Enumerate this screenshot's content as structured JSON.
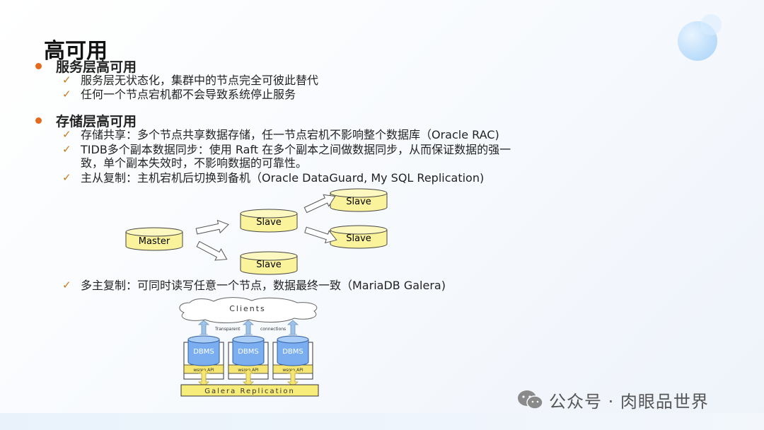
{
  "slide": {
    "title": "高可用",
    "sections": [
      {
        "heading": "服务层高可用",
        "items": [
          "服务层无状态化，集群中的节点完全可彼此替代",
          "任何一个节点宕机都不会导致系统停止服务"
        ]
      },
      {
        "heading": "存储层高可用",
        "items": [
          "存储共享：多个节点共享数据存储，任一节点宕机不影响整个数据库（Oracle RAC)",
          "TIDB多个副本数据同步：使用 Raft 在多个副本之间做数据同步，从而保证数据的强一致，单个副本失效时，不影响数据的可靠性。",
          "主从复制：主机宕机后切换到备机（Oracle DataGuard, My SQL Replication)",
          "多主复制：可同时读写任意一个节点，数据最终一致（MariaDB Galera)"
        ]
      }
    ]
  },
  "master_slave": {
    "master": "Master",
    "slave": "Slave"
  },
  "galera": {
    "clients": "Clients",
    "transparent": "Transparent",
    "connections": "connections",
    "dbms": "DBMS",
    "wsrep": "wsrep API",
    "replication": "Galera Replication"
  },
  "watermark": {
    "text": "公众号 · 肉眼品世界"
  },
  "colors": {
    "bullet": "#e46a1e",
    "check": "#c8781c",
    "cylinder": "#fbf39b",
    "dbms": "#7aaef0",
    "wsrep": "#f5e673",
    "replication": "#f7ec7a"
  }
}
